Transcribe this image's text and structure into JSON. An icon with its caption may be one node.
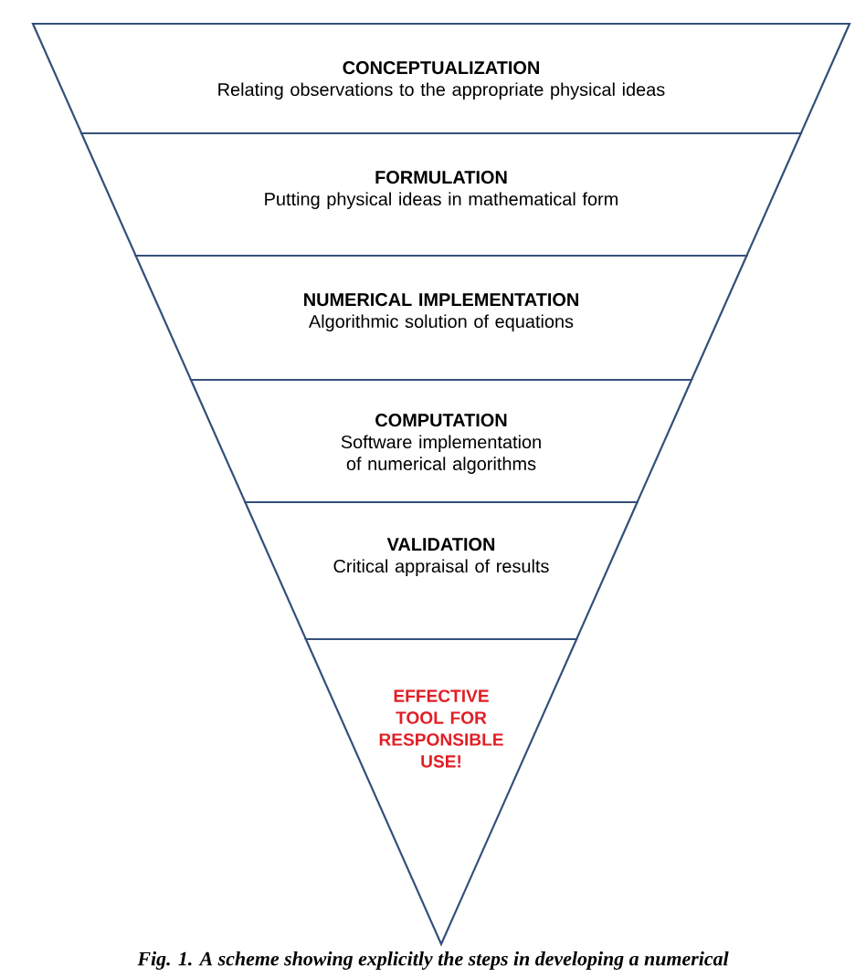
{
  "diagram": {
    "caption": "Fig. 1. A scheme showing explicitly the steps in developing a numerical",
    "nodes": [
      {
        "text": [
          "CONCEPTUALIZATION",
          "Relating observations to the appropriate physical ideas"
        ]
      },
      {
        "text": [
          "FORMULATION",
          "Putting physical ideas in mathematical form"
        ]
      },
      {
        "text": [
          "NUMERICAL IMPLEMENTATION",
          "Algorithmic solution of equations"
        ]
      },
      {
        "text": [
          "COMPUTATION",
          "Software implementation of numerical algorithms"
        ]
      },
      {
        "text": [
          "VALIDATION",
          "Critical appraisal of results"
        ]
      },
      {
        "text": [
          "EFFECTIVE TOOL FOR RESPONSIBLE USE!"
        ]
      }
    ]
  }
}
